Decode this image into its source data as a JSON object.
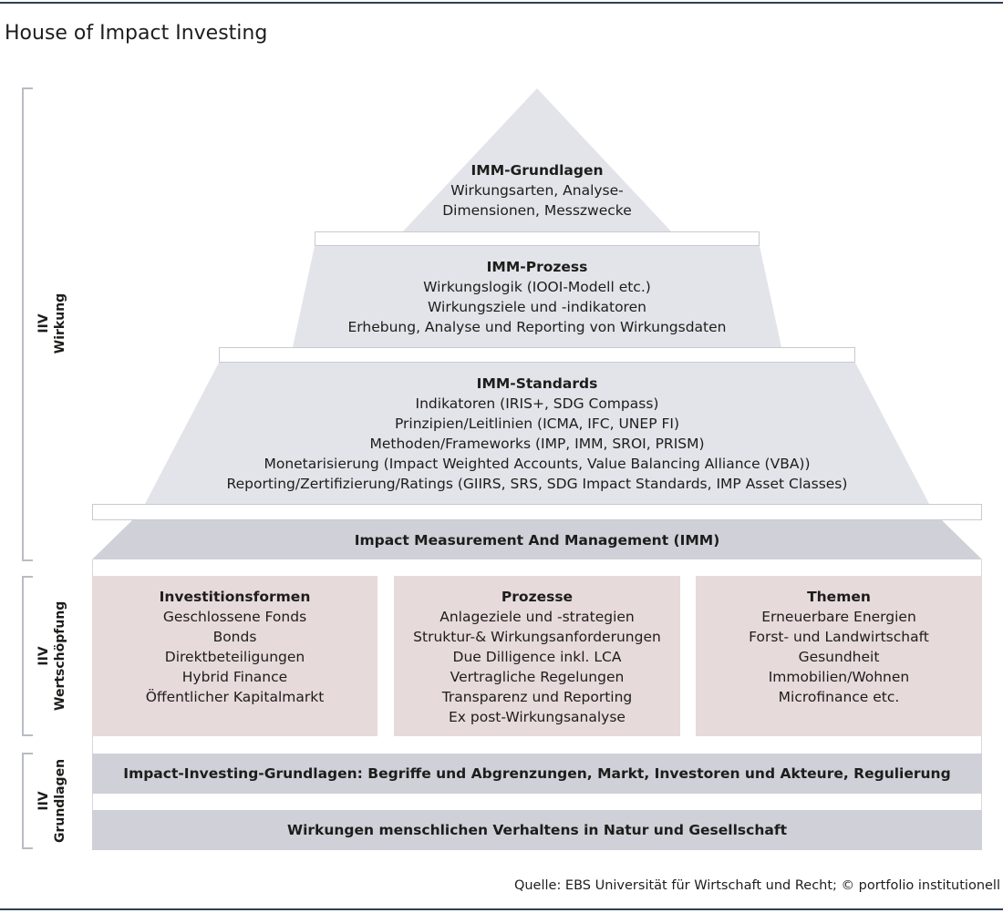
{
  "title": "House of Impact Investing",
  "source": "Quelle: EBS Universität für Wirtschaft und Recht; © portfolio institutionell",
  "side_labels": [
    {
      "line1": "IIV",
      "line2": "Wirkung"
    },
    {
      "line1": "IIV",
      "line2": "Wertschöpfung"
    },
    {
      "line1": "IIV",
      "line2": "Grundlagen"
    }
  ],
  "pyramid": {
    "top": {
      "heading": "IMM-Grundlagen",
      "lines": [
        "Wirkungsarten, Analyse-",
        "Dimensionen, Messzwecke"
      ]
    },
    "middle": {
      "heading": "IMM-Prozess",
      "lines": [
        "Wirkungslogik (IOOI-Modell etc.)",
        "Wirkungsziele und -indikatoren",
        "Erhebung, Analyse und Reporting von Wirkungsdaten"
      ]
    },
    "bottom": {
      "heading": "IMM-Standards",
      "lines": [
        "Indikatoren (IRIS+, SDG Compass)",
        "Prinzipien/Leitlinien (ICMA, IFC, UNEP FI)",
        "Methoden/Frameworks (IMP, IMM, SROI, PRISM)",
        "Monetarisierung (Impact Weighted Accounts, Value Balancing Alliance (VBA))",
        "Reporting/Zertifizierung/Ratings (GIIRS, SRS, SDG Impact Standards, IMP Asset Classes)"
      ]
    }
  },
  "roof_label": "Impact Measurement And Management (IMM)",
  "columns": [
    {
      "heading": "Investitionsformen",
      "items": [
        "Geschlossene Fonds",
        "Bonds",
        "Direktbeteiligungen",
        "Hybrid Finance",
        "Öffentlicher Kapitalmarkt"
      ]
    },
    {
      "heading": "Prozesse",
      "items": [
        "Anlageziele und -strategien",
        "Struktur-& Wirkungsanforderungen",
        "Due Dilligence inkl. LCA",
        "Vertragliche Regelungen",
        "Transparenz und Reporting",
        "Ex post-Wirkungsanalyse"
      ]
    },
    {
      "heading": "Themen",
      "items": [
        "Erneuerbare Energien",
        "Forst- und Landwirtschaft",
        "Gesundheit",
        "Immobilien/Wohnen",
        "Microfinance etc."
      ]
    }
  ],
  "foundation": [
    "Impact-Investing-Grundlagen: Begriffe und Abgrenzungen, Markt, Investoren und Akteure, Regulierung",
    "Wirkungen menschlichen Verhaltens in Natur und Gesellschaft"
  ],
  "colors": {
    "pyramid": "#e3e3ea",
    "roof": "#cfd0d8",
    "columns": "#e7dada",
    "rule": "#2f3f52"
  }
}
